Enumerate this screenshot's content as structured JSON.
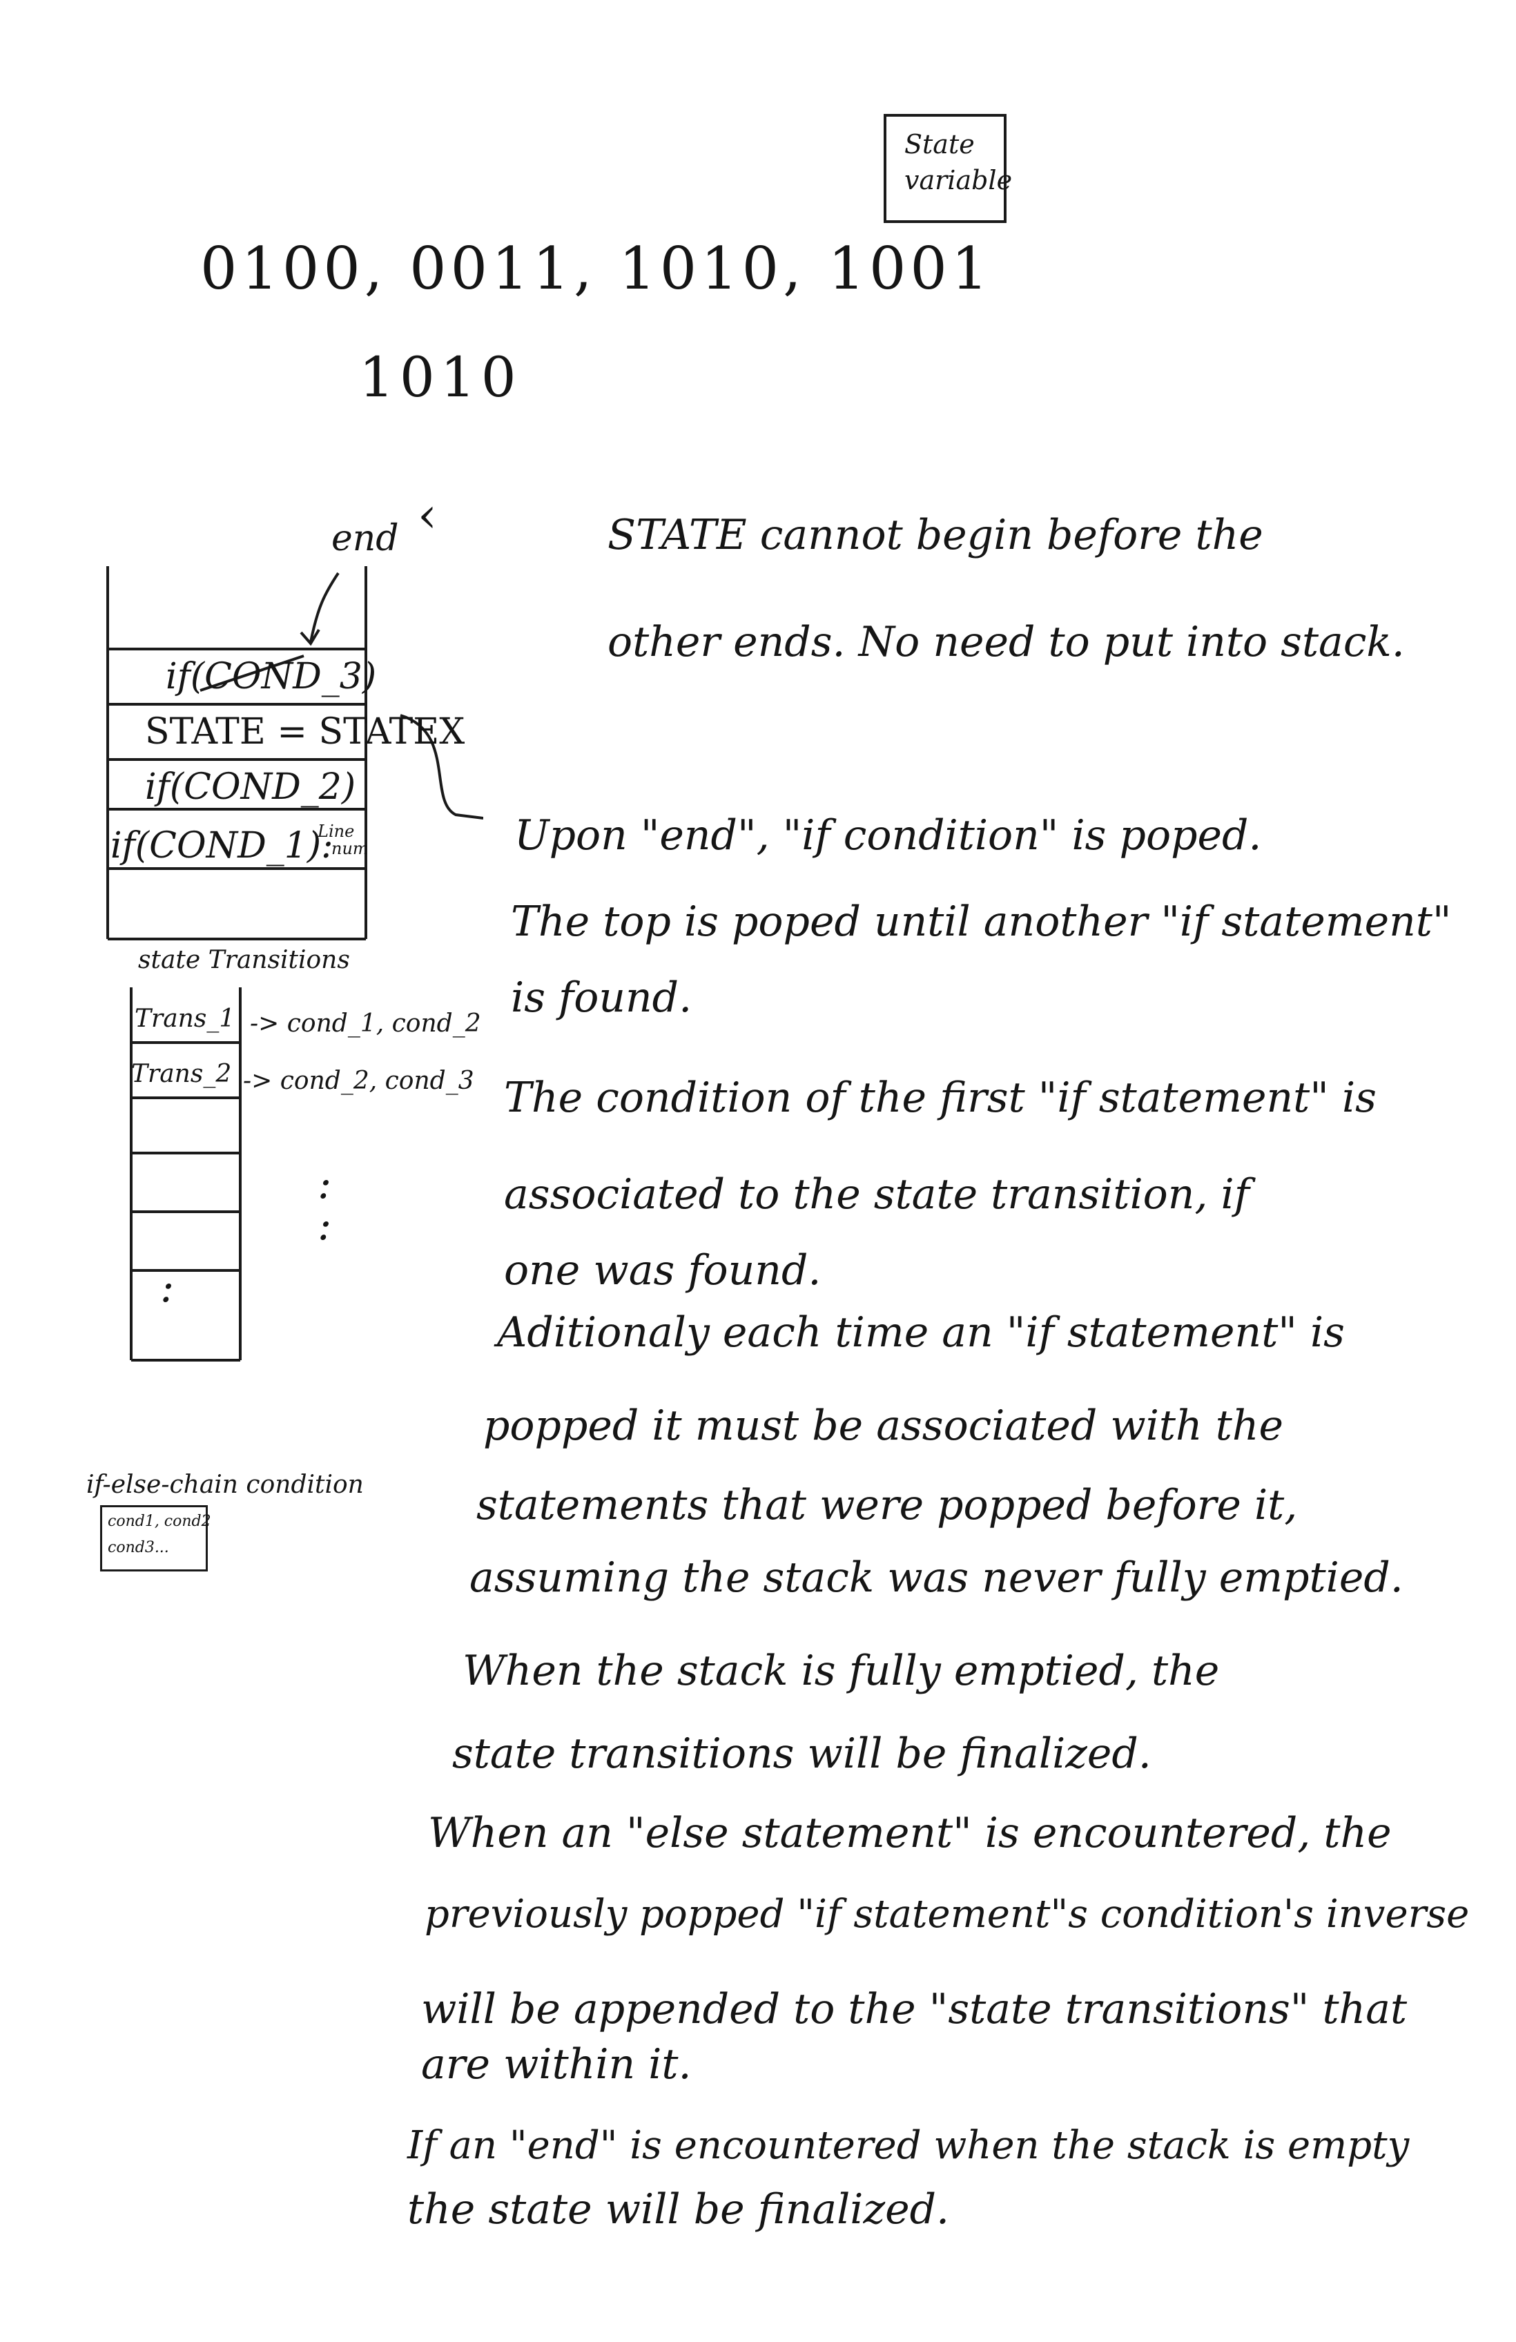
{
  "state_box": {
    "line1": "State",
    "line2": "variable"
  },
  "binary_sequence": "0100, 0011, 1010, 1001",
  "binary_single": "1010",
  "end_label": "end",
  "stack": {
    "items": [
      "if(COND_3)",
      "STATE = STATEX",
      "if(COND_2)",
      "if(COND_1):"
    ],
    "line_num_note": [
      "Line",
      "num"
    ]
  },
  "state_transitions": {
    "title": "state Transitions",
    "rows": [
      {
        "name": "Trans_1",
        "conds": "-> cond_1, cond_2"
      },
      {
        "name": "Trans_2",
        "conds": "-> cond_2, cond_3"
      }
    ],
    "dots": ":"
  },
  "else_chain": {
    "title": "if-else-chain condition",
    "box_line1": "cond1, cond2",
    "box_line2": "cond3..."
  },
  "notes": {
    "p1": [
      "STATE cannot begin before the",
      "other ends. No need to put into stack."
    ],
    "p2": [
      "Upon \"end\", \"if condition\" is poped.",
      "The top is poped until another \"if statement\"",
      "is found.",
      "The condition of the first \"if statement\" is",
      "associated to the state transition, if",
      "one was found."
    ],
    "p3": [
      "Aditionaly each time an \"if statement\" is",
      "popped it must be associated with the",
      "statements that were popped before it,",
      "assuming the stack was never fully emptied.",
      "When the stack is fully emptied, the",
      "state transitions will be finalized."
    ],
    "p4": [
      "When an \"else statement\" is encountered, the",
      "previously popped \"if statement\"s condition's inverse",
      "will be appended to the \"state transitions\" that",
      "are within it."
    ],
    "p5": [
      "If an \"end\" is encountered when the stack is empty",
      "the state will be finalized."
    ]
  }
}
